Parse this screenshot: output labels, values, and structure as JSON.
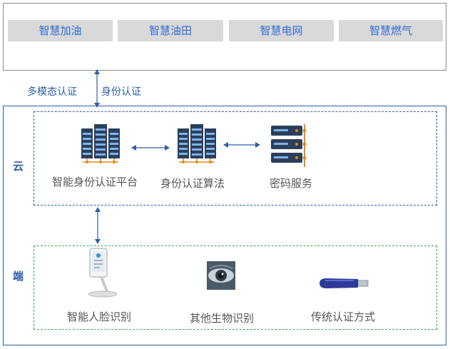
{
  "applications": [
    "智慧加油",
    "智慧油田",
    "智慧电网",
    "智慧燃气"
  ],
  "auth_labels": [
    "多模态认证",
    "身份认证"
  ],
  "cloud": {
    "label": "云",
    "components": [
      "智能身份认证平台",
      "身份认证算法",
      "密码服务"
    ]
  },
  "edge": {
    "label": "端",
    "components": [
      "智能人脸识别",
      "其他生物识别",
      "传统认证方式"
    ]
  },
  "colors": {
    "app_tile_bg": "#d9d9d9",
    "app_tile_text": "#2f6bd3",
    "frame_blue": "#2f5fa5",
    "edge_green": "#3aa36a",
    "server_orange": "#e08a1e"
  },
  "icons": [
    "server-rack-icon",
    "server-rack-icon",
    "server-unit-icon",
    "face-kiosk-icon",
    "eye-icon",
    "usb-key-icon"
  ]
}
